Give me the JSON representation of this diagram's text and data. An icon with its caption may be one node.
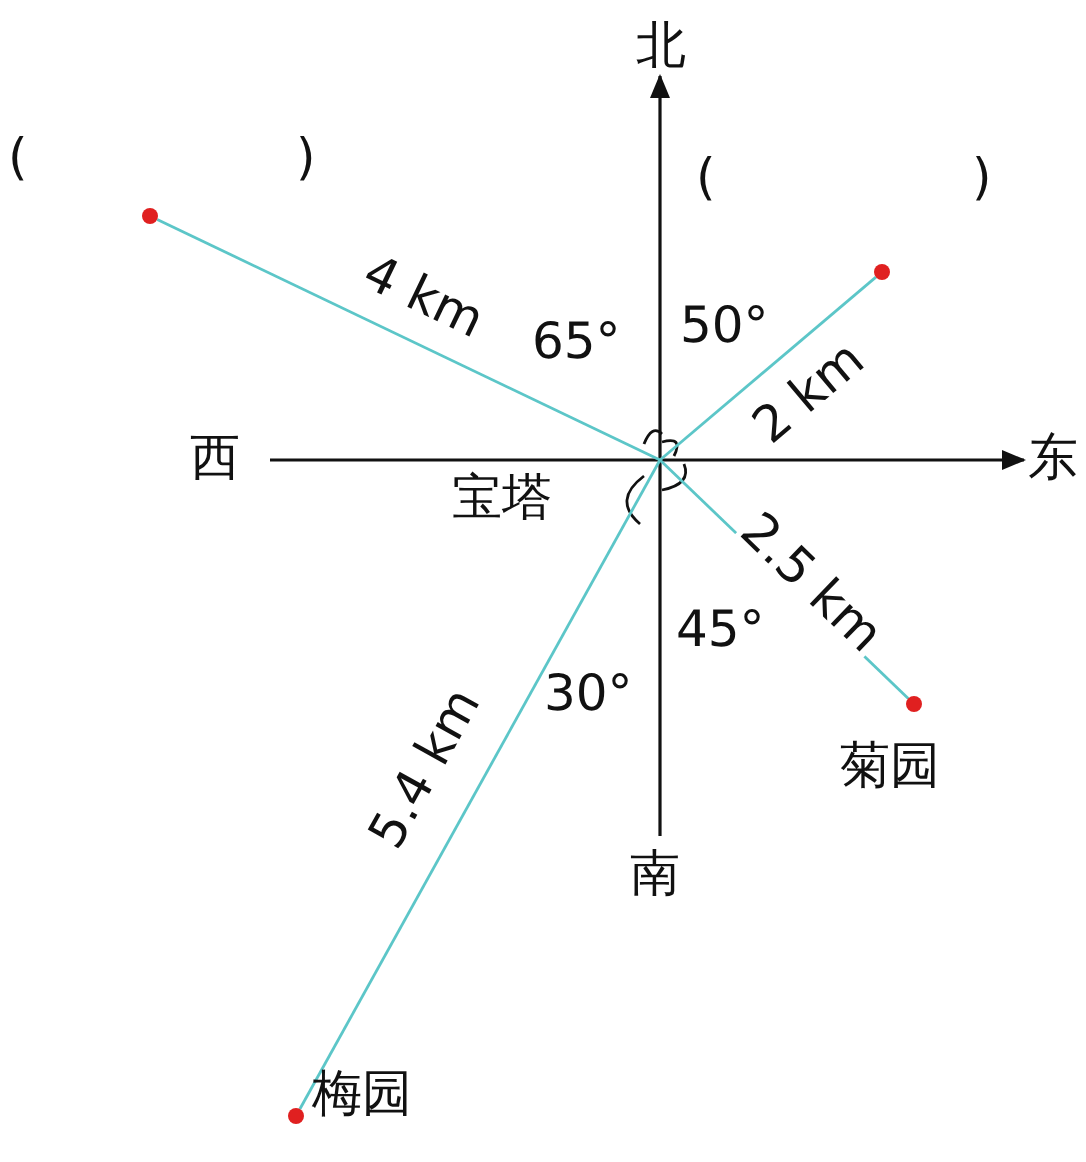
{
  "diagram": {
    "nodes": [
      {
        "text": [
          "宝塔"
        ]
      },
      {
        "text": [],
        "shape": "circle"
      },
      {
        "text": [],
        "shape": "circle"
      },
      {
        "text": [],
        "shape": "circle",
        "beside": [
          "菊园"
        ]
      },
      {
        "text": [],
        "shape": "circle",
        "beside": [
          "梅园"
        ]
      }
    ],
    "edges": [
      {
        "from": 0,
        "to": 1,
        "arrow": "none",
        "label": "4 km"
      },
      {
        "from": 0,
        "to": 2,
        "arrow": "none",
        "label": "2 km"
      },
      {
        "from": 0,
        "to": 3,
        "arrow": "none",
        "label": "2.5 km"
      },
      {
        "from": 0,
        "to": 4,
        "arrow": "none",
        "label": "5.4 km"
      }
    ],
    "labels": [
      "北",
      "(",
      ")",
      "(",
      ")",
      "65°",
      "50°",
      "西",
      "东",
      "45°",
      "30°",
      "南"
    ]
  }
}
